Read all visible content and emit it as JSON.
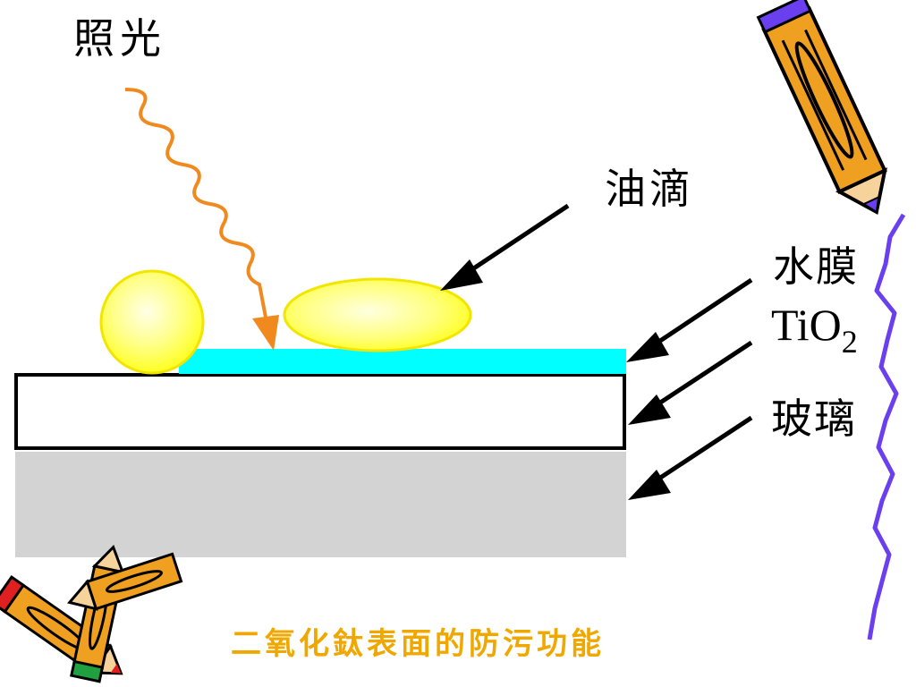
{
  "labels": {
    "light": "照光",
    "oil_drop": "油滴",
    "water_film": "水膜",
    "tio2_main": "TiO",
    "tio2_sub": "2",
    "glass": "玻璃"
  },
  "caption": "二氧化鈦表面的防污功能",
  "colors": {
    "light_arrow": "#f08a1e",
    "water_film": "#00ffff",
    "oil_fill": "#ffff44",
    "glass": "#d3d3d3",
    "caption": "#f0a800",
    "border_line": "#6a3ff0",
    "pencil_body": "#f0a020"
  }
}
